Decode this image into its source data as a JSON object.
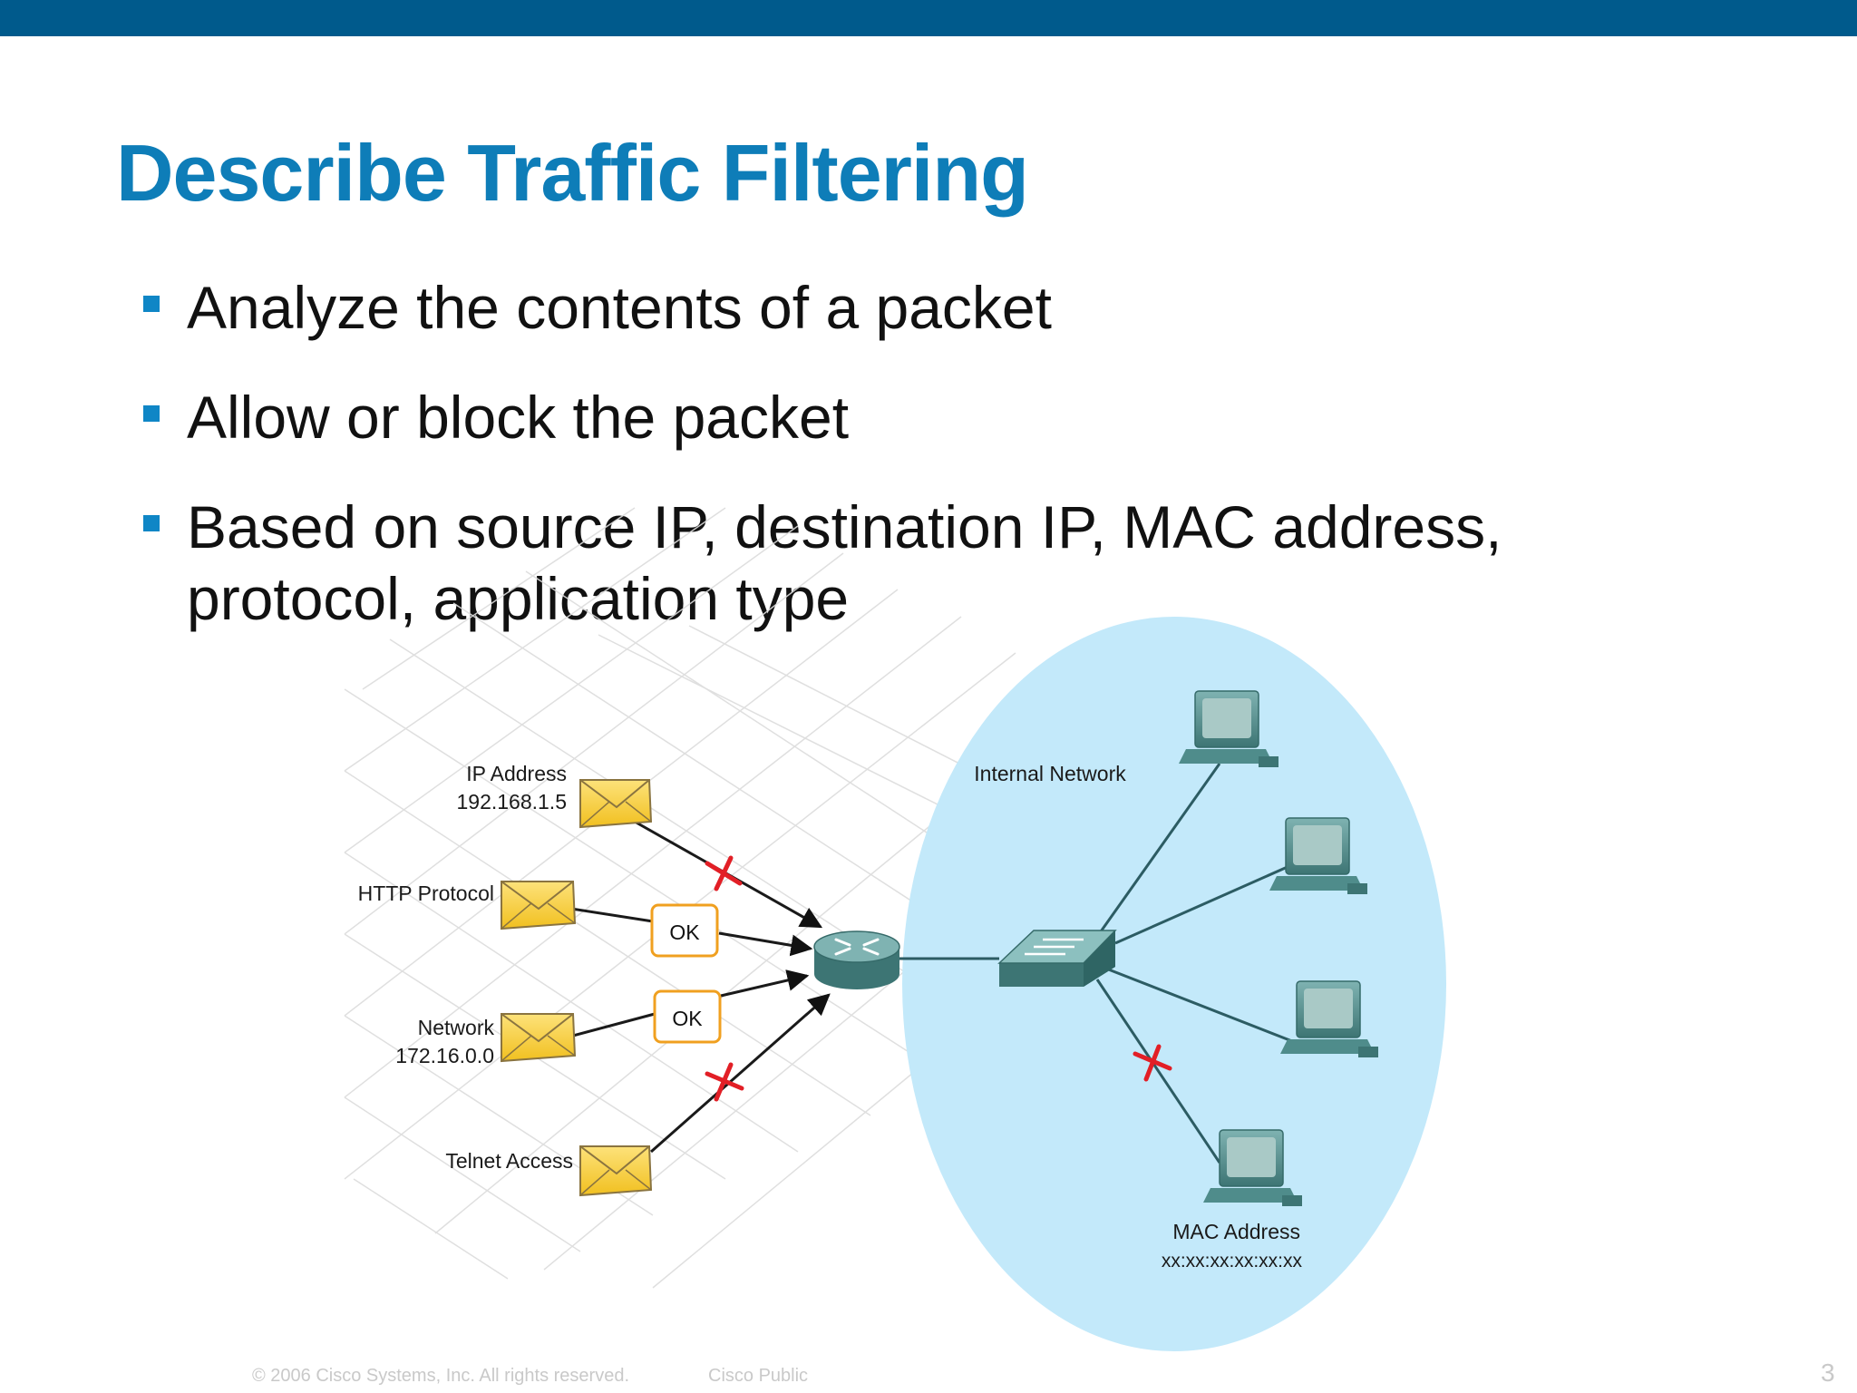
{
  "slide": {
    "title": "Describe Traffic Filtering",
    "bullets": [
      "Analyze the contents of a packet",
      "Allow or block the packet",
      "Based on source IP, destination IP, MAC address, protocol, application type"
    ]
  },
  "diagram": {
    "internal_network_label": "Internal Network",
    "packets": [
      {
        "label1": "IP Address",
        "label2": "192.168.1.5",
        "status": "blocked"
      },
      {
        "label1": "HTTP Protocol",
        "label2": "",
        "status": "OK"
      },
      {
        "label1": "Network",
        "label2": "172.16.0.0",
        "status": "OK"
      },
      {
        "label1": "Telnet Access",
        "label2": "",
        "status": "blocked"
      }
    ],
    "mac_label1": "MAC Address",
    "mac_label2": "xx:xx:xx:xx:xx:xx",
    "icons": {
      "packet": "envelope-icon",
      "router": "router-icon",
      "switch": "switch-icon",
      "host": "computer-icon",
      "blocked": "red-x-icon"
    },
    "colors": {
      "network_zone": "#c3e9fa",
      "envelope": "#f6cf38",
      "ok_border": "#f0a020",
      "blocked": "#e21f26",
      "device": "#4f8c8b"
    }
  },
  "footer": {
    "copyright": "© 2006 Cisco Systems, Inc. All rights reserved.",
    "classification": "Cisco Public",
    "page_number": "3"
  },
  "theme": {
    "title_color": "#0e7db8",
    "bar_color": "#005a8c",
    "bullet_color": "#0f86c6"
  }
}
